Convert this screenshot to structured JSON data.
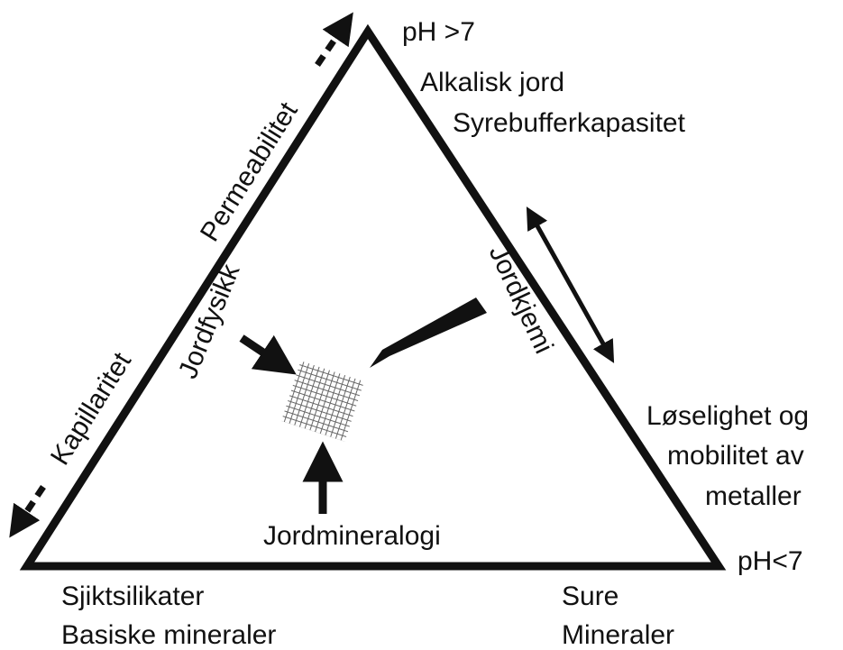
{
  "corners": {
    "top": "pH >7",
    "right": "pH<7"
  },
  "top_right_labels": {
    "line1": "Alkalisk jord",
    "line2": "Syrebufferkapasitet"
  },
  "left_side_labels": {
    "upper": "Permeabilitet",
    "lower": "Kapillaritet"
  },
  "inner_labels": {
    "left": "Jordfysikk",
    "right": "Jordkjemi",
    "bottom": "Jordmineralogi"
  },
  "right_side_labels": {
    "line1": "Løselighet og",
    "line2": "mobilitet av",
    "line3": "metaller"
  },
  "bottom_left_labels": {
    "line1": "Sjiktsilikater",
    "line2": "Basiske mineraler"
  },
  "bottom_right_labels": {
    "line1": "Sure",
    "line2": "Mineraler"
  }
}
